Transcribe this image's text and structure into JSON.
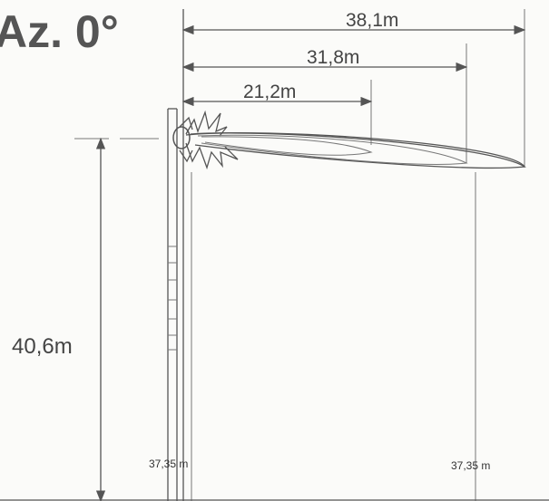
{
  "title": "Az. 0°",
  "dimensions": {
    "width_38": "38,1m",
    "width_31": "31,8m",
    "width_21": "21,2m",
    "height": "40,6m"
  },
  "labels": {
    "left_small": "37,35 m",
    "right_small": "37,35 m"
  },
  "colors": {
    "line": "#555555",
    "background": "#fbfbf9"
  }
}
